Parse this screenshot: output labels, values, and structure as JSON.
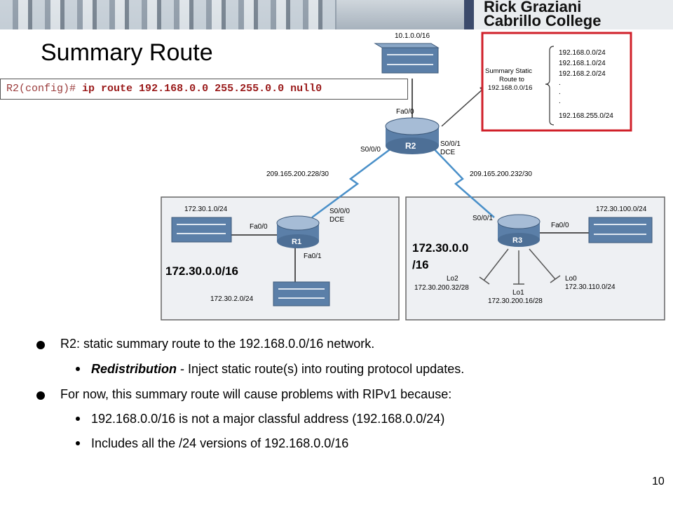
{
  "header": {
    "logo_line1": "Rick Graziani",
    "logo_line2": "Cabrillo College"
  },
  "slide": {
    "title": "Summary Route",
    "page_number": "10"
  },
  "command": {
    "prompt": "R2(config)#",
    "text": "ip route 192.168.0.0 255.255.0.0 null0"
  },
  "diagram": {
    "switch_top_label": "10.1.0.0/16",
    "r2": {
      "name": "R2",
      "fa": "Fa0/0",
      "s000": "S0/0/0",
      "s001": "S0/0/1",
      "dce": "DCE"
    },
    "link_left": "209.165.200.228/30",
    "link_right": "209.165.200.232/30",
    "r1": {
      "name": "R1",
      "fa00": "Fa0/0",
      "fa01": "Fa0/1",
      "s000": "S0/0/0",
      "dce": "DCE"
    },
    "r1_switch1": "172.30.1.0/24",
    "r1_switch2": "172.30.2.0/24",
    "r1_summary": "172.30.0.0/16",
    "r3": {
      "name": "R3",
      "s001": "S0/0/1",
      "fa00": "Fa0/0"
    },
    "r3_switch": "172.30.100.0/24",
    "r3_summary_line1": "172.30.0.0",
    "r3_summary_line2": "/16",
    "lo2_name": "Lo2",
    "lo2_net": "172.30.200.32/28",
    "lo1_name": "Lo1",
    "lo1_net": "172.30.200.16/28",
    "lo0_name": "Lo0",
    "lo0_net": "172.30.110.0/24",
    "summary_label1": "Summary Static",
    "summary_label2": "Route to",
    "summary_label3": "192.168.0.0/16",
    "summary_routes": [
      "192.168.0.0/24",
      "192.168.1.0/24",
      "192.168.2.0/24",
      ".",
      ".",
      ".",
      "192.168.255.0/24"
    ]
  },
  "bullets": {
    "b1": "R2: static summary route to the 192.168.0.0/16 network.",
    "b1a_bold": "Redistribution",
    "b1a_rest": " - Inject static route(s) into routing protocol updates.",
    "b2": "For now, this summary route will cause problems with RIPv1 because:",
    "b2a": "192.168.0.0/16 is not a major classful address (192.168.0.0/24)",
    "b2b": "Includes all the /24 versions of 192.168.0.0/16"
  }
}
